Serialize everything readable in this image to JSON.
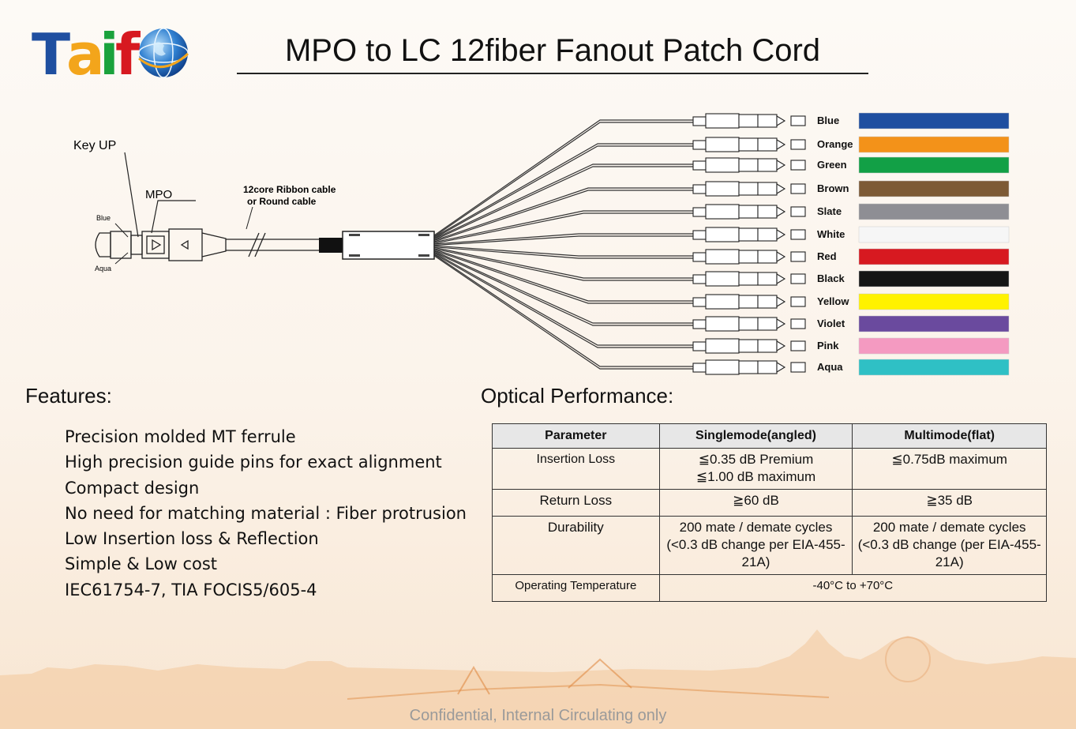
{
  "header": {
    "logo_text": "Taif",
    "title": "MPO to LC 12fiber Fanout Patch Cord"
  },
  "diagram": {
    "key_label": "Key UP",
    "mpo_label": "MPO",
    "blue_label": "Blue",
    "aqua_label": "Aqua",
    "cable_label_1": "12core Ribbon cable",
    "cable_label_2": "or Round cable",
    "fibers": [
      {
        "name": "Blue",
        "color": "#1f4fa0"
      },
      {
        "name": "Orange",
        "color": "#f39219"
      },
      {
        "name": "Green",
        "color": "#12a046"
      },
      {
        "name": "Brown",
        "color": "#7d5a36"
      },
      {
        "name": "Slate",
        "color": "#8e8e94"
      },
      {
        "name": "White",
        "color": "#f6f6f6"
      },
      {
        "name": "Red",
        "color": "#d71920"
      },
      {
        "name": "Black",
        "color": "#151515"
      },
      {
        "name": "Yellow",
        "color": "#fff200"
      },
      {
        "name": "Violet",
        "color": "#6a4a9e"
      },
      {
        "name": "Pink",
        "color": "#f49ac1"
      },
      {
        "name": "Aqua",
        "color": "#2fc0c5"
      }
    ]
  },
  "features": {
    "heading": "Features:",
    "items": [
      "Precision molded MT ferrule",
      "High precision guide pins for exact alignment",
      "Compact design",
      "No need for matching material : Fiber protrusion",
      "Low Insertion loss & Reflection",
      "Simple & Low cost",
      "IEC61754-7, TIA FOCIS5/605-4"
    ]
  },
  "optical": {
    "heading": "Optical Performance:",
    "columns": [
      "Parameter",
      "Singlemode(angled)",
      "Multimode(flat)"
    ],
    "rows": {
      "insertion": {
        "param": "Insertion Loss",
        "sm_1": "≦0.35 dB Premium",
        "sm_2": "≦1.00 dB maximum",
        "mm": "≦0.75dB maximum"
      },
      "return": {
        "param": "Return Loss",
        "sm": "≧60 dB",
        "mm": "≧35 dB"
      },
      "durability": {
        "param": "Durability",
        "sm": "200 mate / demate cycles (<0.3 dB change per EIA-455-21A)",
        "mm": "200 mate / demate cycles (<0.3 dB change (per EIA-455-21A)"
      },
      "temperature": {
        "param": "Operating Temperature",
        "value": "-40°C to +70°C"
      }
    }
  },
  "footer": "Confidential, Internal Circulating only"
}
